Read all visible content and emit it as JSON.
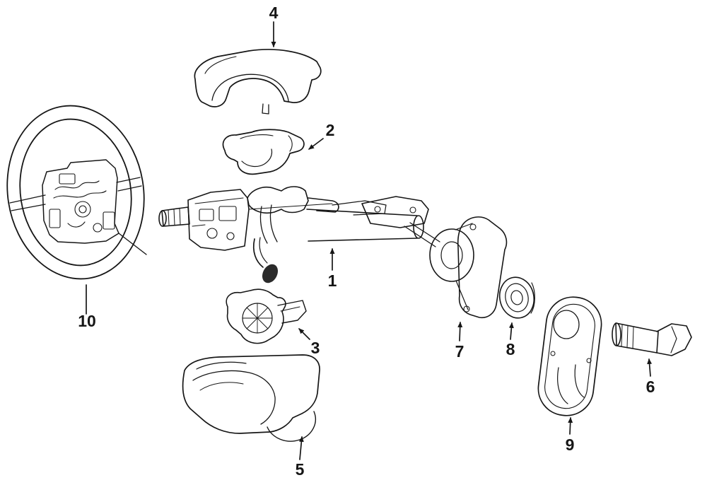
{
  "diagram": {
    "type": "exploded-parts-diagram",
    "subject": "Steering column assembly exploded view",
    "background_color": "#ffffff",
    "line_color": "#161616",
    "callouts": [
      {
        "label": "1",
        "part": "steering-column-assembly"
      },
      {
        "label": "2",
        "part": "upper-shroud-piece"
      },
      {
        "label": "3",
        "part": "lower-shroud-piece"
      },
      {
        "label": "4",
        "part": "upper-column-cover"
      },
      {
        "label": "5",
        "part": "lower-column-cover"
      },
      {
        "label": "6",
        "part": "intermediate-shaft"
      },
      {
        "label": "7",
        "part": "boot-and-flange"
      },
      {
        "label": "8",
        "part": "bearing"
      },
      {
        "label": "9",
        "part": "cover-plate"
      },
      {
        "label": "10",
        "part": "steering-wheel"
      }
    ]
  }
}
